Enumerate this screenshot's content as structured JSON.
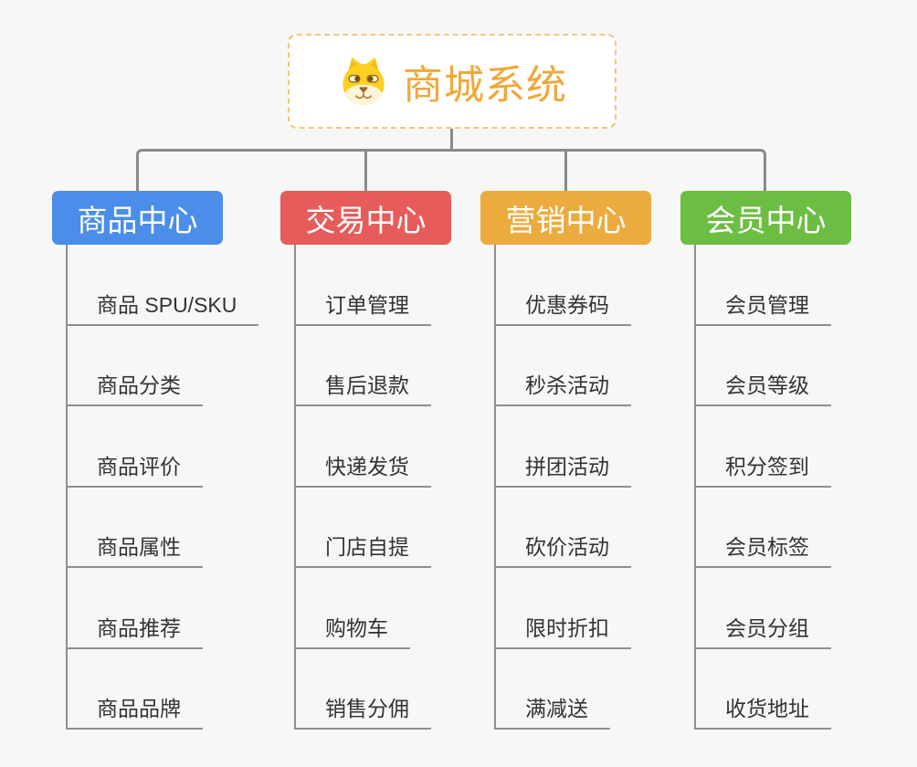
{
  "background_color": "#f7f7f7",
  "line_color": "#8f8f8f",
  "connector_color": "#8a8a8a",
  "root": {
    "title": "商城系统",
    "title_color": "#f0a73a",
    "border_color": "#f1c67c",
    "icon": "dog-face-icon"
  },
  "branches": [
    {
      "label": "商品中心",
      "color": "#4a8eea",
      "items": [
        "商品 SPU/SKU",
        "商品分类",
        "商品评价",
        "商品属性",
        "商品推荐",
        "商品品牌"
      ]
    },
    {
      "label": "交易中心",
      "color": "#e65c5a",
      "items": [
        "订单管理",
        "售后退款",
        "快递发货",
        "门店自提",
        "购物车",
        "销售分佣"
      ]
    },
    {
      "label": "营销中心",
      "color": "#ebab3e",
      "items": [
        "优惠券码",
        "秒杀活动",
        "拼团活动",
        "砍价活动",
        "限时折扣",
        "满减送"
      ]
    },
    {
      "label": "会员中心",
      "color": "#6cbe43",
      "items": [
        "会员管理",
        "会员等级",
        "积分签到",
        "会员标签",
        "会员分组",
        "收货地址"
      ]
    }
  ]
}
